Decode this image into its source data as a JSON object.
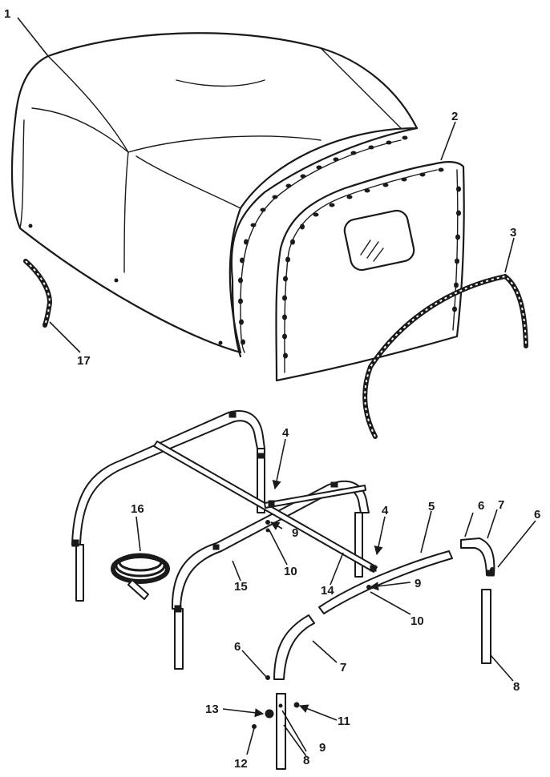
{
  "callouts": {
    "c1": "1",
    "c2": "2",
    "c3": "3",
    "c4a": "4",
    "c4b": "4",
    "c5": "5",
    "c6a": "6",
    "c6b": "6",
    "c6c": "6",
    "c7a": "7",
    "c7b": "7",
    "c8a": "8",
    "c8b": "8",
    "c9a": "9",
    "c9b": "9",
    "c9c": "9",
    "c10a": "10",
    "c10b": "10",
    "c11": "11",
    "c12": "12",
    "c13": "13",
    "c14": "14",
    "c15": "15",
    "c16": "16",
    "c17": "17"
  }
}
